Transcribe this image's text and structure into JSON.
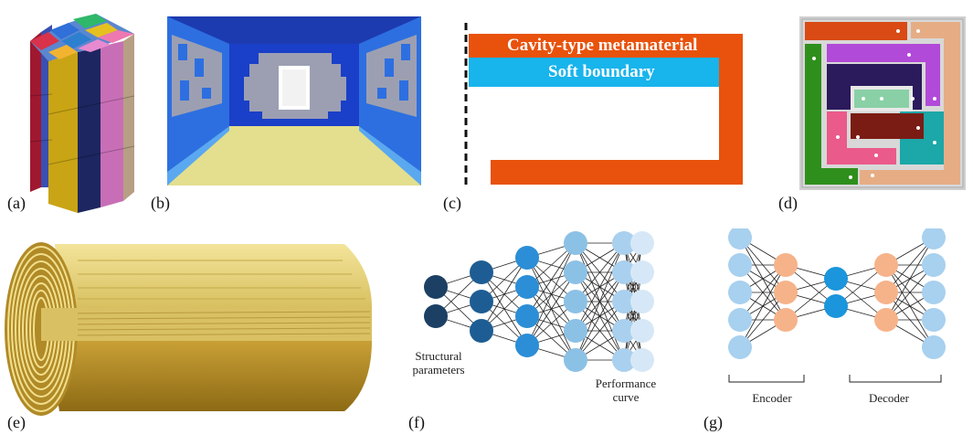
{
  "labels": {
    "a": "(a)",
    "b": "(b)",
    "c": "(c)",
    "d": "(d)",
    "e": "(e)",
    "f": "(f)",
    "g": "(g)"
  },
  "panel_c": {
    "outer_text": "Cavity-type metamaterial",
    "inner_text": "Soft boundary",
    "outer_color": "#e8520c",
    "inner_color": "#18b4ec"
  },
  "panel_f": {
    "input_label": "Structural\nparameters",
    "output_label": "Performance\ncurve",
    "layers": [
      2,
      3,
      4,
      5,
      5,
      5
    ],
    "colors": [
      "#1c3f64",
      "#1e5d94",
      "#2b8ed6",
      "#8cc1e6",
      "#a9d0ee",
      "#d6e8f7"
    ]
  },
  "panel_g": {
    "encoder_label": "Encoder",
    "decoder_label": "Decoder",
    "layers": [
      5,
      3,
      2,
      3,
      5
    ],
    "colors": [
      "#a8d0ef",
      "#f6b38a",
      "#1b95dc",
      "#f6b38a",
      "#a8d0ef"
    ]
  }
}
